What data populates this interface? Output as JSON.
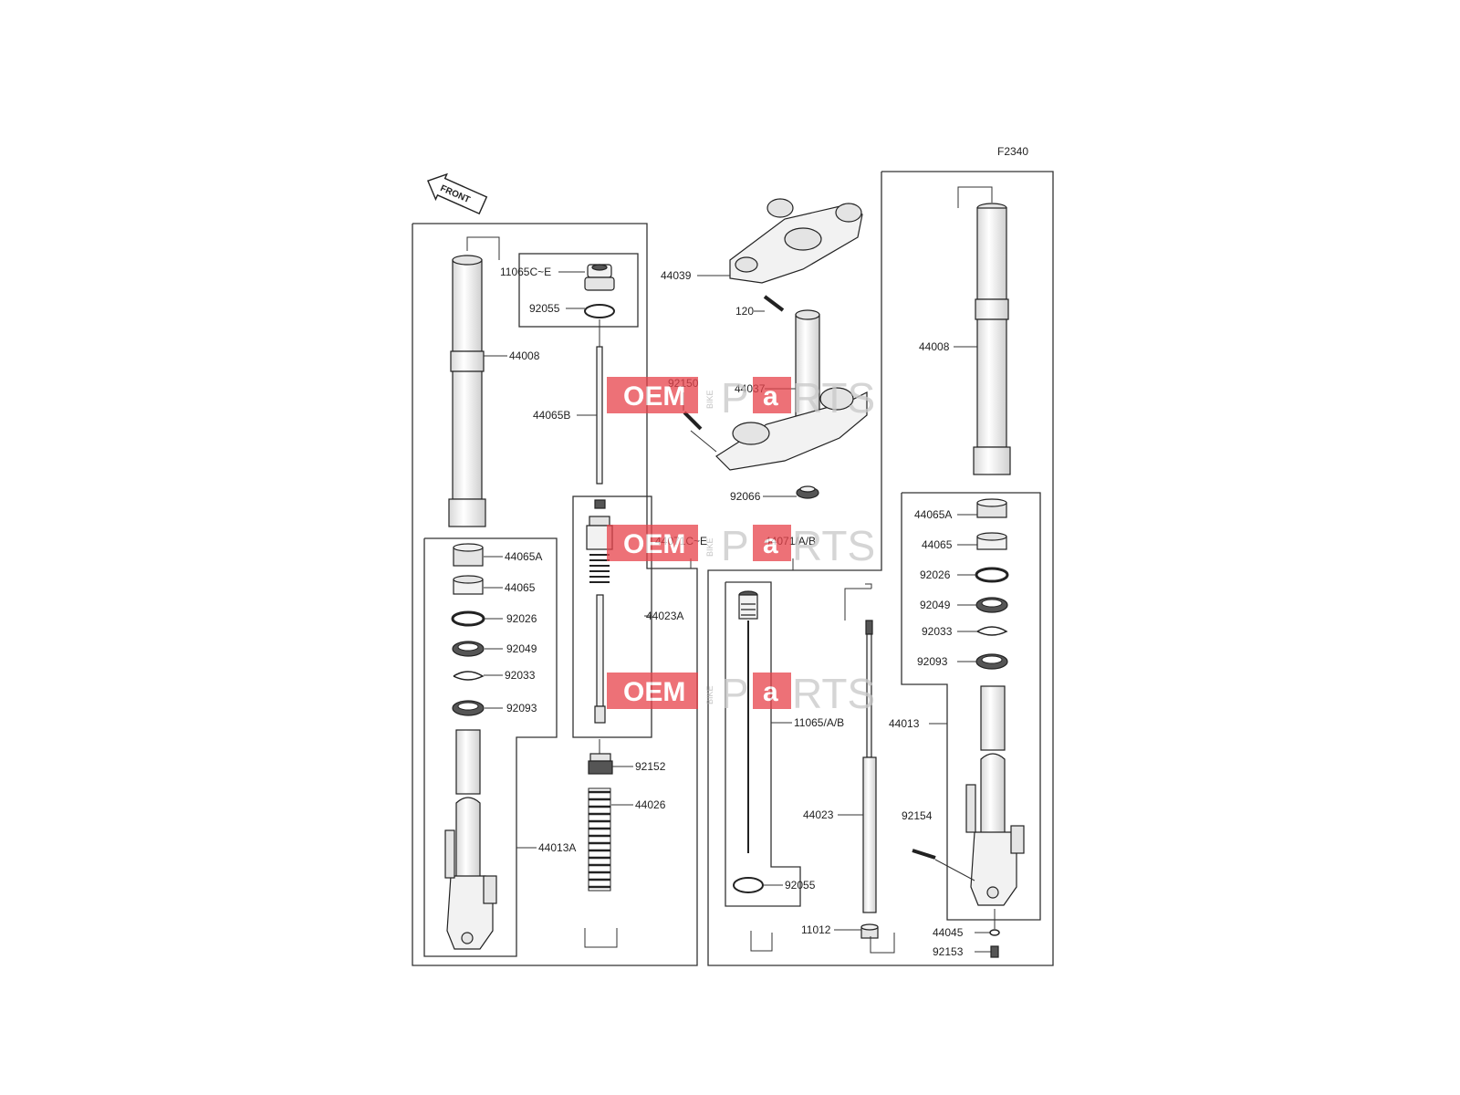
{
  "figure_code": "F2340",
  "front_label": "FRONT",
  "watermark": {
    "oem": "OEM",
    "bike": "BIKE",
    "parts_p": "P",
    "parts_a": "a",
    "parts_rest": "RTS"
  },
  "colors": {
    "watermark_red": "#e8424a",
    "line": "#333333"
  },
  "labels": {
    "l11065ce": "11065C~E",
    "l92055a": "92055",
    "l44008a": "44008",
    "l44065b": "44065B",
    "l44071ce": "44071C~E",
    "l44023a": "44023A",
    "l44065aL": "44065A",
    "l44065L": "44065",
    "l92026L": "92026",
    "l92049L": "92049",
    "l92033L": "92033",
    "l92093L": "92093",
    "l44013a": "44013A",
    "l92152": "92152",
    "l44026": "44026",
    "l44039": "44039",
    "l120": "120",
    "l92150": "92150",
    "l44037": "44037",
    "l92066": "92066",
    "l44071ab": "44071/A/B",
    "l11065ab": "11065/A/B",
    "l92055b": "92055",
    "l44023": "44023",
    "l11012": "11012",
    "l44008b": "44008",
    "l44065aR": "44065A",
    "l44065R": "44065",
    "l92026R": "92026",
    "l92049R": "92049",
    "l92033R": "92033",
    "l92093R": "92093",
    "l44013": "44013",
    "l92154": "92154",
    "l44045": "44045",
    "l92153": "92153"
  }
}
